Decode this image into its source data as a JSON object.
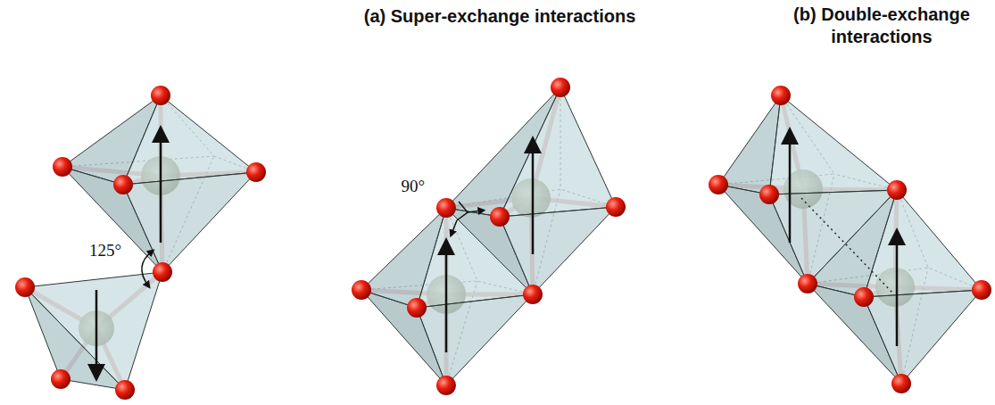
{
  "diagram": {
    "labels": [
      "(a) Super-exchange interactions",
      "(b) Double-exchange interactions",
      "125°",
      "90°"
    ]
  }
}
